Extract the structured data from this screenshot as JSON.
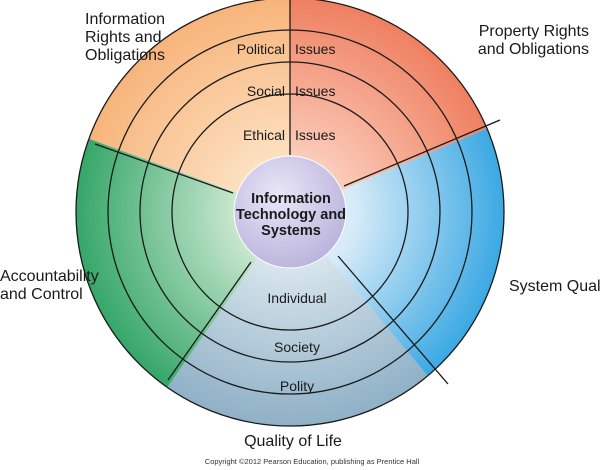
{
  "center": {
    "lines": [
      "Information",
      "Technology and",
      "Systems"
    ]
  },
  "segments": {
    "information_rights": {
      "lines": [
        "Information",
        "Rights and",
        "Obligations"
      ],
      "color_light": "#fde4c7",
      "color_dark": "#f7b47a"
    },
    "property_rights": {
      "lines": [
        "Property Rights",
        "and Obligations"
      ],
      "color_light": "#fcd2c2",
      "color_dark": "#ef7f60"
    },
    "system_quality": {
      "lines": [
        "System Quality"
      ],
      "color_light": "#d7ebf8",
      "color_dark": "#3aa8e3"
    },
    "quality_of_life": {
      "lines": [
        "Quality of Life"
      ],
      "color_light": "#dde9f0",
      "color_dark": "#8fb0c6"
    },
    "accountability": {
      "lines": [
        "Accountability",
        "and Control"
      ],
      "color_light": "#d4ecd6",
      "color_dark": "#34a668"
    }
  },
  "issues": {
    "left": [
      "Political",
      "Social",
      "Ethical"
    ],
    "right": [
      "Issues",
      "Issues",
      "Issues"
    ]
  },
  "levels": [
    "Individual",
    "Society",
    "Polity"
  ],
  "copyright": "Copyright ©2012 Pearson Education, publishing as Prentice Hall"
}
